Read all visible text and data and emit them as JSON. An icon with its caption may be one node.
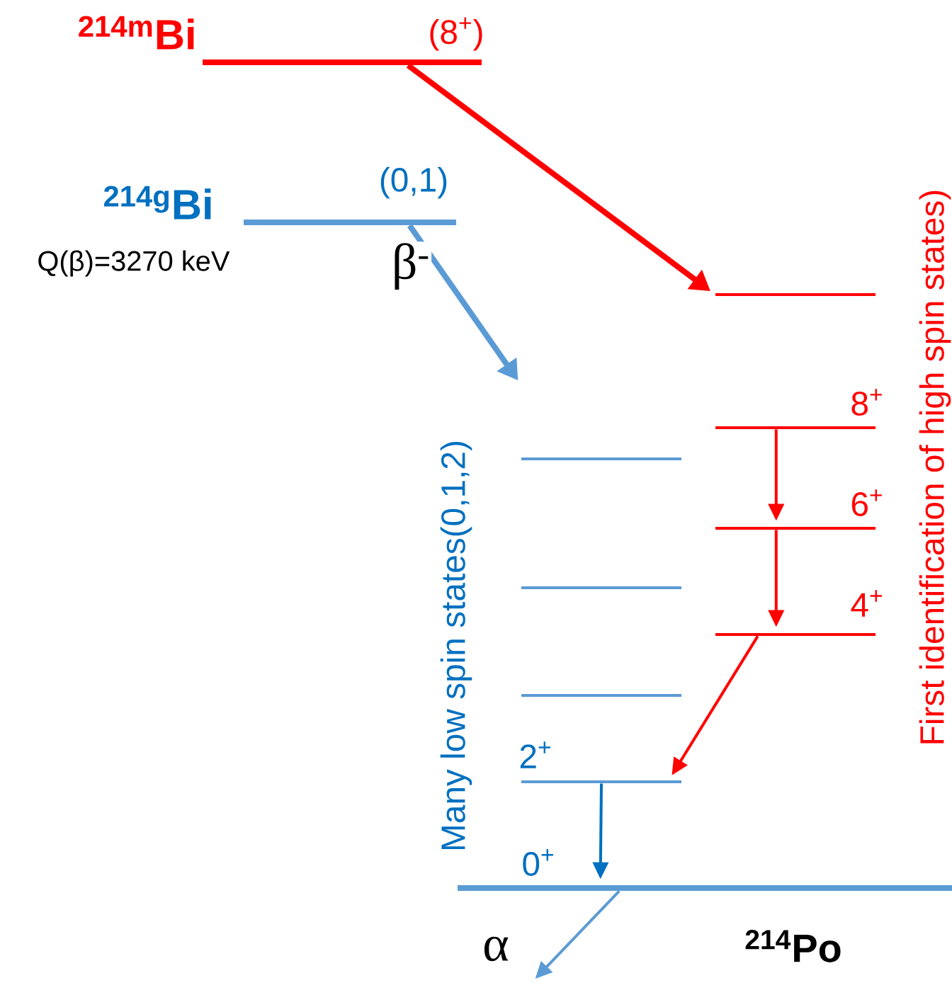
{
  "diagram": {
    "nodes": [
      {
        "text": [
          "$^{214m}$Bi",
          "(8$^{+}$)"
        ]
      },
      {
        "text": [
          "$^{214g}$Bi",
          "(0,1)"
        ]
      },
      {
        "text": [],
        "shape": "bar"
      },
      {
        "text": [
          "8$^{+}$"
        ]
      },
      {
        "text": [
          "6$^{+}$"
        ]
      },
      {
        "text": [
          "4$^{+}$"
        ]
      },
      {
        "text": [],
        "shape": "bar"
      },
      {
        "text": [],
        "shape": "bar"
      },
      {
        "text": [],
        "shape": "bar"
      },
      {
        "text": [
          "2$^{+}$"
        ]
      },
      {
        "text": [
          "0$^{+}$"
        ],
        "beside": [
          "$^{214}$Po"
        ]
      }
    ],
    "edges": [
      {
        "from": 0,
        "to": 2,
        "arrow": "to",
        "style": "thick",
        "color": "#ff0000"
      },
      {
        "from": 1,
        "to": null,
        "arrow": "to",
        "label": "β$^{-}$",
        "style": "thick",
        "color": "#5b9bd5"
      },
      {
        "from": 3,
        "to": 4,
        "arrow": "to",
        "color": "#ff0000"
      },
      {
        "from": 4,
        "to": 5,
        "arrow": "to",
        "color": "#ff0000"
      },
      {
        "from": 5,
        "to": 9,
        "arrow": "to",
        "color": "#ff0000"
      },
      {
        "from": 9,
        "to": 10,
        "arrow": "to",
        "color": "#0070c0"
      },
      {
        "from": 10,
        "to": null,
        "arrow": "to",
        "label": "α",
        "color": "#5b9bd5"
      }
    ],
    "labels": [
      "Q(β)=3270 keV",
      "Many low spin states(0,1,2)",
      "First identification of high spin states)"
    ]
  }
}
